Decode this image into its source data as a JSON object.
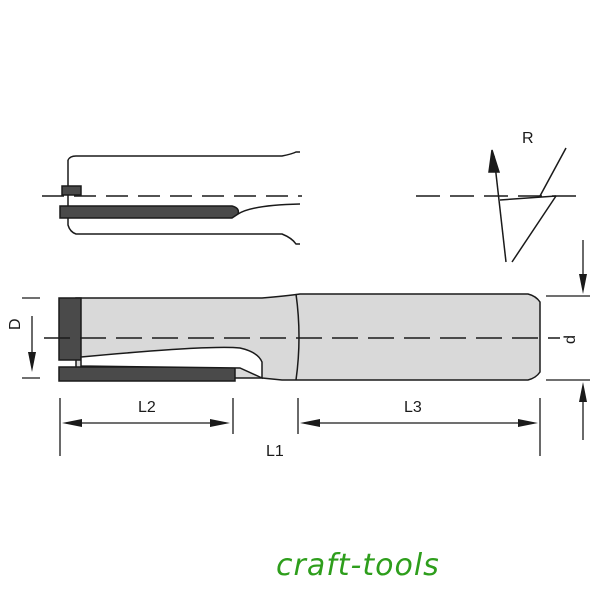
{
  "labels": {
    "R": "R",
    "D": "D",
    "d": "d",
    "L1": "L1",
    "L2": "L2",
    "L3": "L3"
  },
  "brand": {
    "text": "craft-tools",
    "color": "#2e9e1c"
  },
  "colors": {
    "line": "#1a1a1a",
    "body_fill": "#d9d9d9",
    "blade_fill": "#4a4a4a"
  }
}
